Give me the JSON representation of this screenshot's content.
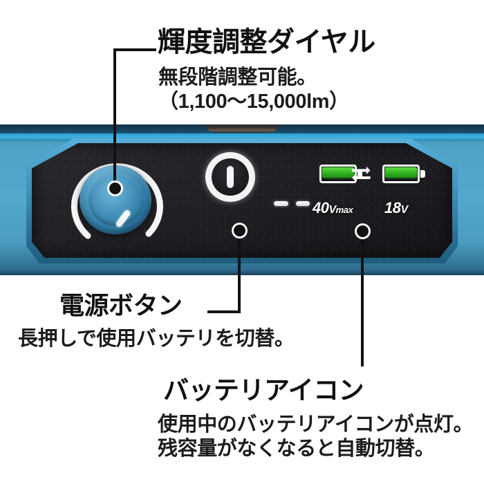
{
  "callouts": {
    "dial": {
      "title": "輝度調整ダイヤル",
      "desc_line1": "無段階調整可能。",
      "desc_line2": "（1,100〜15,000lm）",
      "marker": "dial-marker-dot"
    },
    "power": {
      "title": "電源ボタン",
      "desc_line1": "長押しで使用バッテリを切替。",
      "marker": "power-marker-dot"
    },
    "battery": {
      "title": "バッテリアイコン",
      "desc_line1": "使用中のバッテリアイコンが点灯。",
      "desc_line2": "残容量がなくなると自動切替。",
      "marker": "battery-marker-dot"
    }
  },
  "device": {
    "housing_color": "#4ea2c6",
    "panel_color": "#1e1e23",
    "dial": {
      "name": "brightness-dial",
      "knob_color": "#3a86b0",
      "arc_color": "#ffffff"
    },
    "power_button": {
      "name": "power-button",
      "symbol": "power-symbol"
    },
    "indicators": {
      "dash_count": 2,
      "dash_color": "#ffffff"
    },
    "batteries": [
      {
        "label_main": "40",
        "label_v": "V",
        "label_sup": "max",
        "fill_color": "#2fb41f",
        "state": "lit"
      },
      {
        "label_main": "18",
        "label_v": "V",
        "label_sup": "",
        "fill_color": "#2fb41f",
        "state": "lit"
      }
    ],
    "swap_icon": "swap-arrows-icon"
  }
}
